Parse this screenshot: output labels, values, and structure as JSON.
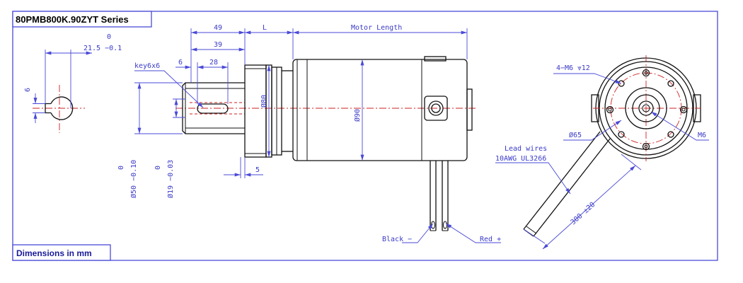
{
  "drawing": {
    "series_title": "80PMB800K.90ZYT Series",
    "units_note": "Dimensions in mm",
    "key_view": {
      "tol_upper": "0",
      "length": "21.5 −0.1",
      "key_height": "6"
    },
    "side_view": {
      "dim_49": "49",
      "dim_L": "L",
      "dim_motor_length": "Motor Length",
      "dim_39": "39",
      "dim_6": "6",
      "dim_28": "28",
      "key_label": "key6x6",
      "flange_diameter": "Ø80",
      "motor_diameter": "Ø90",
      "flange_gap": "5",
      "pilot_tol_upper": "0",
      "pilot_diameter": "Ø50 −0.10",
      "shaft_tol_upper": "0",
      "shaft_diameter": "Ø19 −0.03",
      "lead_black": "Black −",
      "lead_red": "Red +"
    },
    "front_view": {
      "tapped_holes": "4−M6 ⩔12",
      "bolt_circle": "Ø65",
      "center_thread": "M6",
      "lead_wires": "Lead wires",
      "wire_spec": "10AWG UL3266",
      "lead_length": "300 ±20"
    }
  }
}
